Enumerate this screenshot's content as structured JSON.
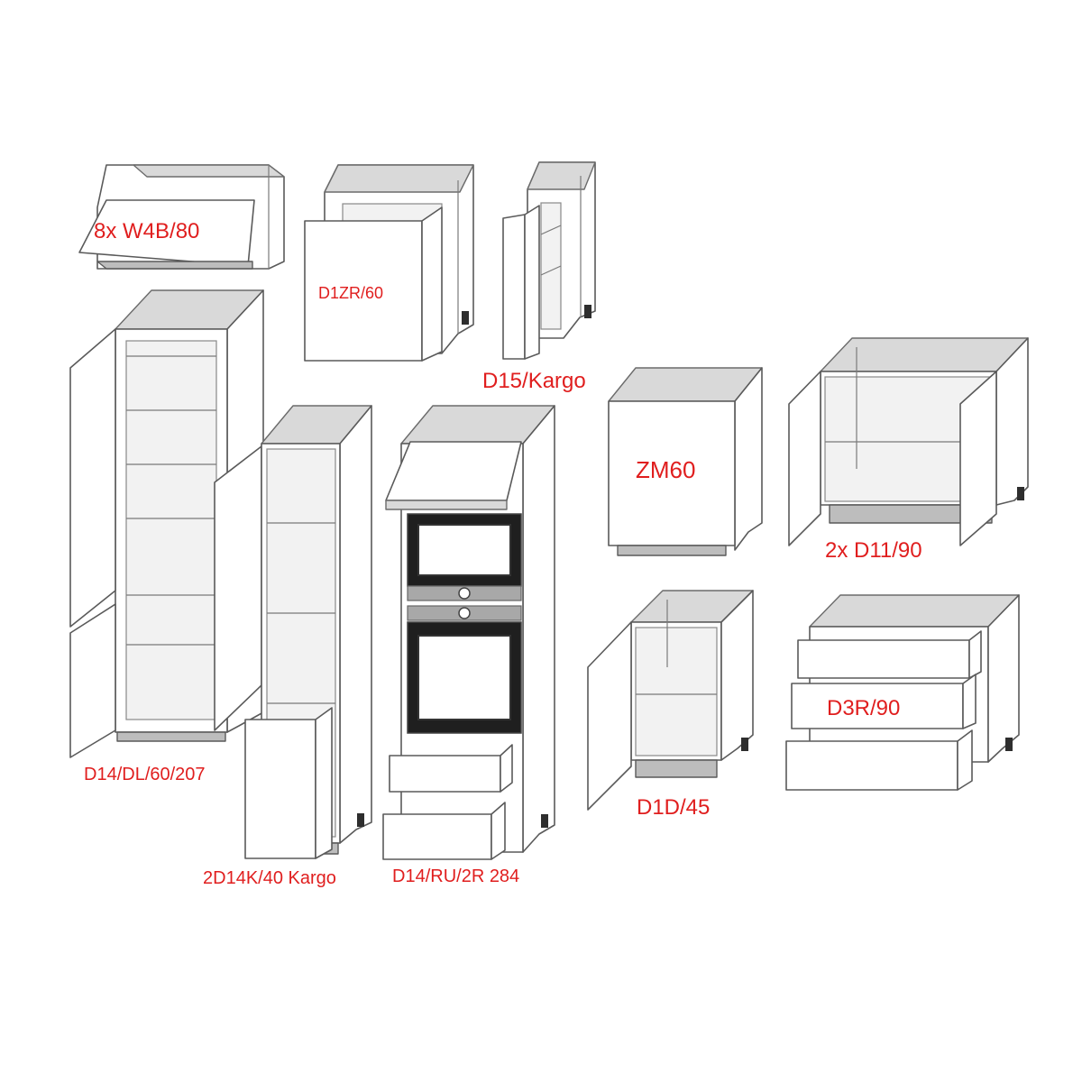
{
  "labels": {
    "w4b": "8x W4B/80",
    "d1zr": "D1ZR/60",
    "d15": "D15/Kargo",
    "zm60": "ZM60",
    "d11": "2x D11/90",
    "d14dl": "D14/DL/60/207",
    "d14k": "2D14K/40 Kargo",
    "d14ru": "D14/RU/2R 284",
    "d1d": "D1D/45",
    "d3r": "D3R/90"
  },
  "colors": {
    "label": "#e01e1e",
    "line": "#5a5a5a",
    "shade": "#d9d9d9"
  }
}
